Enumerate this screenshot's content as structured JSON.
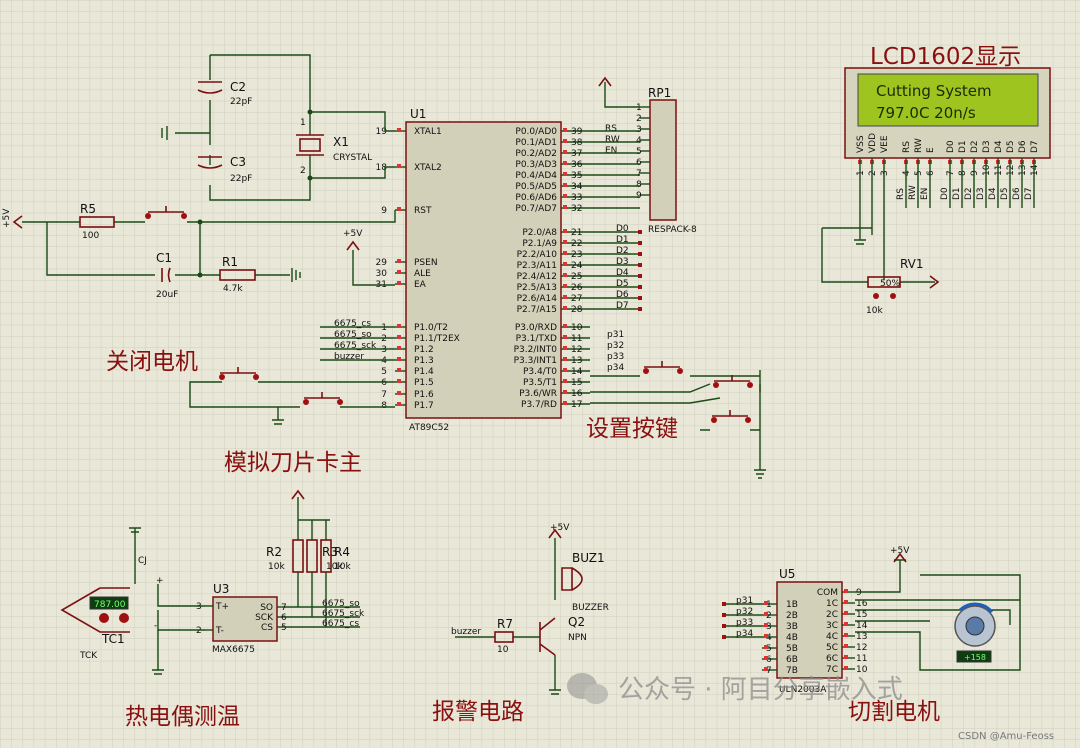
{
  "components": {
    "u1": {
      "ref": "U1",
      "part": "AT89C52",
      "left_pins": [
        {
          "num": "19",
          "name": "XTAL1"
        },
        {
          "num": "18",
          "name": "XTAL2"
        },
        {
          "num": "9",
          "name": "RST"
        },
        {
          "num": "29",
          "name": "PSEN"
        },
        {
          "num": "30",
          "name": "ALE"
        },
        {
          "num": "31",
          "name": "EA"
        },
        {
          "num": "1",
          "name": "P1.0/T2"
        },
        {
          "num": "2",
          "name": "P1.1/T2EX"
        },
        {
          "num": "3",
          "name": "P1.2"
        },
        {
          "num": "4",
          "name": "P1.3"
        },
        {
          "num": "5",
          "name": "P1.4"
        },
        {
          "num": "6",
          "name": "P1.5"
        },
        {
          "num": "7",
          "name": "P1.6"
        },
        {
          "num": "8",
          "name": "P1.7"
        }
      ],
      "right_pins": [
        {
          "num": "39",
          "name": "P0.0/AD0"
        },
        {
          "num": "38",
          "name": "P0.1/AD1"
        },
        {
          "num": "37",
          "name": "P0.2/AD2"
        },
        {
          "num": "36",
          "name": "P0.3/AD3"
        },
        {
          "num": "35",
          "name": "P0.4/AD4"
        },
        {
          "num": "34",
          "name": "P0.5/AD5"
        },
        {
          "num": "33",
          "name": "P0.6/AD6"
        },
        {
          "num": "32",
          "name": "P0.7/AD7"
        },
        {
          "num": "21",
          "name": "P2.0/A8"
        },
        {
          "num": "22",
          "name": "P2.1/A9"
        },
        {
          "num": "23",
          "name": "P2.2/A10"
        },
        {
          "num": "24",
          "name": "P2.3/A11"
        },
        {
          "num": "25",
          "name": "P2.4/A12"
        },
        {
          "num": "26",
          "name": "P2.5/A13"
        },
        {
          "num": "27",
          "name": "P2.6/A14"
        },
        {
          "num": "28",
          "name": "P2.7/A15"
        },
        {
          "num": "10",
          "name": "P3.0/RXD"
        },
        {
          "num": "11",
          "name": "P3.1/TXD"
        },
        {
          "num": "12",
          "name": "P3.2/INT0"
        },
        {
          "num": "13",
          "name": "P3.3/INT1"
        },
        {
          "num": "14",
          "name": "P3.4/T0"
        },
        {
          "num": "15",
          "name": "P3.5/T1"
        },
        {
          "num": "16",
          "name": "P3.6/WR"
        },
        {
          "num": "17",
          "name": "P3.7/RD"
        }
      ]
    },
    "c2": {
      "ref": "C2",
      "value": "22pF"
    },
    "c3": {
      "ref": "C3",
      "value": "22pF"
    },
    "x1": {
      "ref": "X1",
      "value": "CRYSTAL",
      "pin1": "1",
      "pin2": "2"
    },
    "r5": {
      "ref": "R5",
      "value": "100"
    },
    "c1": {
      "ref": "C1",
      "value": "20uF"
    },
    "r1": {
      "ref": "R1",
      "value": "4.7k"
    },
    "rp1": {
      "ref": "RP1",
      "part": "RESPACK-8",
      "pins": [
        "1",
        "2",
        "3",
        "4",
        "5",
        "6",
        "7",
        "8",
        "9"
      ]
    },
    "lcd": {
      "title": "LCD1602显示",
      "line1": "Cutting System",
      "line2": " 797.0C  20n/s",
      "pin_names": [
        "VSS",
        "VDD",
        "VEE",
        "RS",
        "RW",
        "E",
        "D0",
        "D1",
        "D2",
        "D3",
        "D4",
        "D5",
        "D6",
        "D7"
      ],
      "pin_nums": [
        "1",
        "2",
        "3",
        "4",
        "5",
        "6",
        "7",
        "8",
        "9",
        "10",
        "11",
        "12",
        "13",
        "14"
      ],
      "net_labels": [
        "RS",
        "RW",
        "EN",
        "D0",
        "D1",
        "D2",
        "D3",
        "D4",
        "D5",
        "D6",
        "D7"
      ]
    },
    "rv1": {
      "ref": "RV1",
      "value": "10k",
      "pct": "50%"
    },
    "u3": {
      "ref": "U3",
      "part": "MAX6675",
      "pins": [
        {
          "num": "3",
          "name": "T+"
        },
        {
          "num": "2",
          "name": "T-"
        },
        {
          "num": "7",
          "name": "SO"
        },
        {
          "num": "6",
          "name": "SCK"
        },
        {
          "num": "5",
          "name": "CS"
        }
      ]
    },
    "tc1": {
      "ref": "TC1",
      "part": "TCK",
      "reading": "787.00",
      "cj": "CJ",
      "plus": "+",
      "minus": "-"
    },
    "r2": {
      "ref": "R2",
      "value": "10k"
    },
    "r3": {
      "ref": "R3",
      "value": "10k"
    },
    "r4": {
      "ref": "R4",
      "value": "10k"
    },
    "buz1": {
      "ref": "BUZ1",
      "part": "BUZZER"
    },
    "q2": {
      "ref": "Q2",
      "part": "NPN"
    },
    "r7": {
      "ref": "R7",
      "value": "10"
    },
    "u5": {
      "ref": "U5",
      "part": "ULN2003A",
      "left_pins": [
        {
          "num": "1",
          "name": "1B"
        },
        {
          "num": "2",
          "name": "2B"
        },
        {
          "num": "3",
          "name": "3B"
        },
        {
          "num": "4",
          "name": "4B"
        },
        {
          "num": "5",
          "name": "5B"
        },
        {
          "num": "6",
          "name": "6B"
        },
        {
          "num": "7",
          "name": "7B"
        }
      ],
      "right_pins": [
        {
          "num": "9",
          "name": "COM"
        },
        {
          "num": "16",
          "name": "1C"
        },
        {
          "num": "15",
          "name": "2C"
        },
        {
          "num": "14",
          "name": "3C"
        },
        {
          "num": "13",
          "name": "4C"
        },
        {
          "num": "12",
          "name": "5C"
        },
        {
          "num": "11",
          "name": "6C"
        },
        {
          "num": "10",
          "name": "7C"
        }
      ]
    },
    "motor": {
      "reading": "+158"
    }
  },
  "power": {
    "vcc": "+5V"
  },
  "nets": {
    "p1": [
      "6675_cs",
      "6675_so",
      "6675_sck",
      "buzzer"
    ],
    "u0": [
      "RS",
      "RW",
      "EN"
    ],
    "u2": [
      "D0",
      "D1",
      "D2",
      "D3",
      "D4",
      "D5",
      "D6",
      "D7"
    ],
    "u3": [
      "p31",
      "p32",
      "p33",
      "p34"
    ],
    "max": [
      "6675_so",
      "6675_sck",
      "6675_cs"
    ],
    "uln": [
      "p31",
      "p32",
      "p33",
      "p34"
    ],
    "buzzer": "buzzer"
  },
  "section_labels": {
    "stop_motor": "关闭电机",
    "simulate_jam": "模拟刀片卡主",
    "settings_keys": "设置按键",
    "thermocouple": "热电偶测温",
    "alarm": "报警电路",
    "cut_motor": "切割电机"
  },
  "watermark": {
    "brand": "公众号 · 阿目分享嵌入式",
    "credit": "CSDN @Amu-Feoss"
  }
}
